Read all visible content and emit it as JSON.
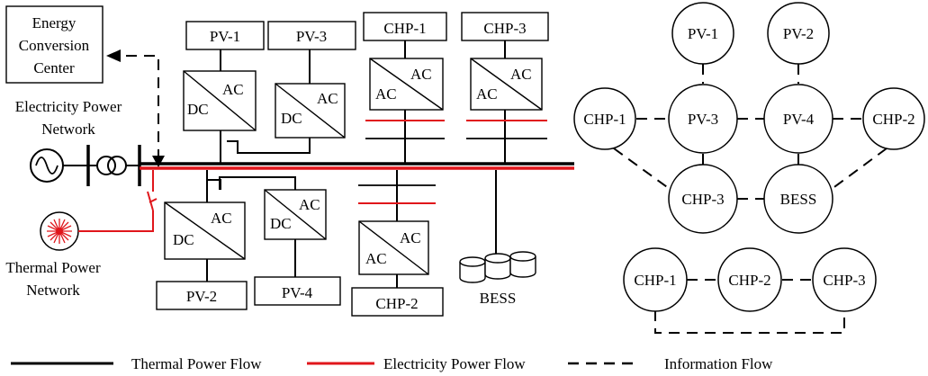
{
  "energy_center": {
    "line1": "Energy",
    "line2": "Conversion",
    "line3": "Center"
  },
  "grid": {
    "line1": "Electricity Power",
    "line2": "Network"
  },
  "thermal": {
    "line1": "Thermal Power",
    "line2": "Network"
  },
  "converter_labels": {
    "dc": "DC",
    "ac": "AC"
  },
  "units": {
    "pv1": "PV-1",
    "pv2": "PV-2",
    "pv3": "PV-3",
    "pv4": "PV-4",
    "chp1": "CHP-1",
    "chp2": "CHP-2",
    "chp3": "CHP-3",
    "bess": "BESS"
  },
  "network_graph": {
    "nodes": [
      "PV-1",
      "PV-2",
      "CHP-1",
      "PV-3",
      "PV-4",
      "CHP-2",
      "CHP-3",
      "BESS"
    ]
  },
  "chp_graph": {
    "nodes": [
      "CHP-1",
      "CHP-2",
      "CHP-3"
    ]
  },
  "legend": {
    "thermal_flow": "Thermal Power Flow",
    "electric_flow": "Electricity Power Flow",
    "info_flow": "Information Flow"
  },
  "colors": {
    "thermal": "#000000",
    "electric": "#e0161b",
    "information": "#000000"
  }
}
